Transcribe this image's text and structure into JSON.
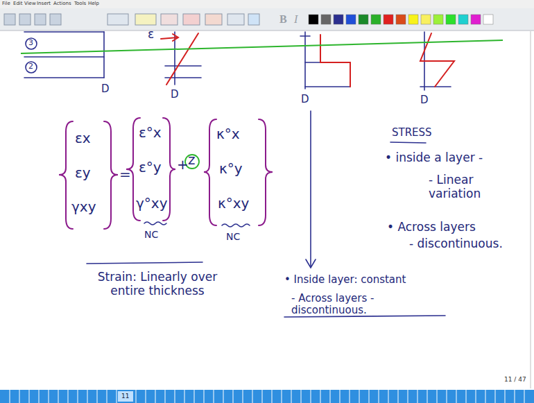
{
  "diagram": {
    "labels": [
      "File",
      "Edit",
      "View",
      "Insert",
      "Actions",
      "Tools",
      "Help",
      "B",
      "I",
      "ε",
      "3",
      "2",
      "D",
      "D",
      "D",
      "D",
      "εx",
      "εy",
      "γxy",
      "=",
      "ε°x",
      "ε°y",
      "γ°xy",
      "+",
      "z",
      "κ°x",
      "κ°y",
      "κ°xy",
      "NC",
      "NC",
      "Strain: Linearly over entire thickness",
      "STRESS",
      "• inside a layer -",
      "- Linear variation",
      "• Across layers",
      "- discontinuous.",
      "• Inside layer: constant",
      "- Across layers - discontinuous.",
      "11 / 47",
      "11"
    ]
  }
}
